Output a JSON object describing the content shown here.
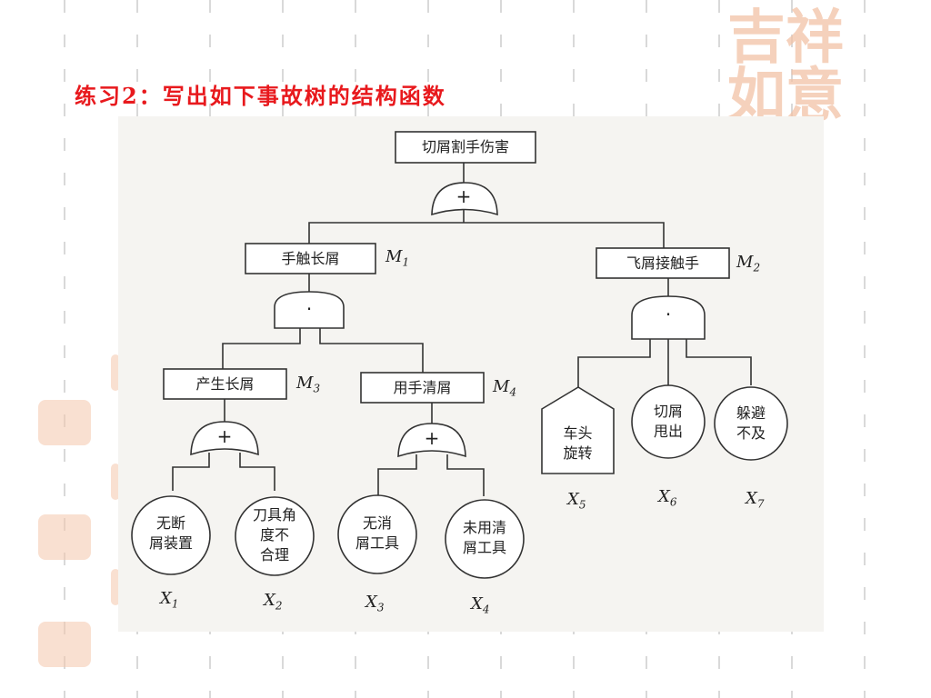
{
  "title": "练习2：写出如下事故树的结构函数",
  "tree": {
    "top": "切屑割手伤害",
    "events": {
      "m1": "手触长屑",
      "m2": "飞屑接触手",
      "m3": "产生长屑",
      "m4": "用手清屑"
    },
    "gates": {
      "or_symbol": "+",
      "and_symbol": "·"
    },
    "basic": {
      "x1": "无断\n屑装置",
      "x2": "刀具角\n度不\n合理",
      "x3": "无消\n屑工具",
      "x4": "未用清\n屑工具",
      "x5": "车头\n旋转",
      "x6": "切屑\n甩出",
      "x7": "躲避\n不及"
    },
    "symbols": {
      "letter_m": "M",
      "letter_x": "X",
      "m1": "1",
      "m2": "2",
      "m3": "3",
      "m4": "4",
      "x1": "1",
      "x2": "2",
      "x3": "3",
      "x4": "4",
      "x5": "5",
      "x6": "6",
      "x7": "7"
    }
  }
}
